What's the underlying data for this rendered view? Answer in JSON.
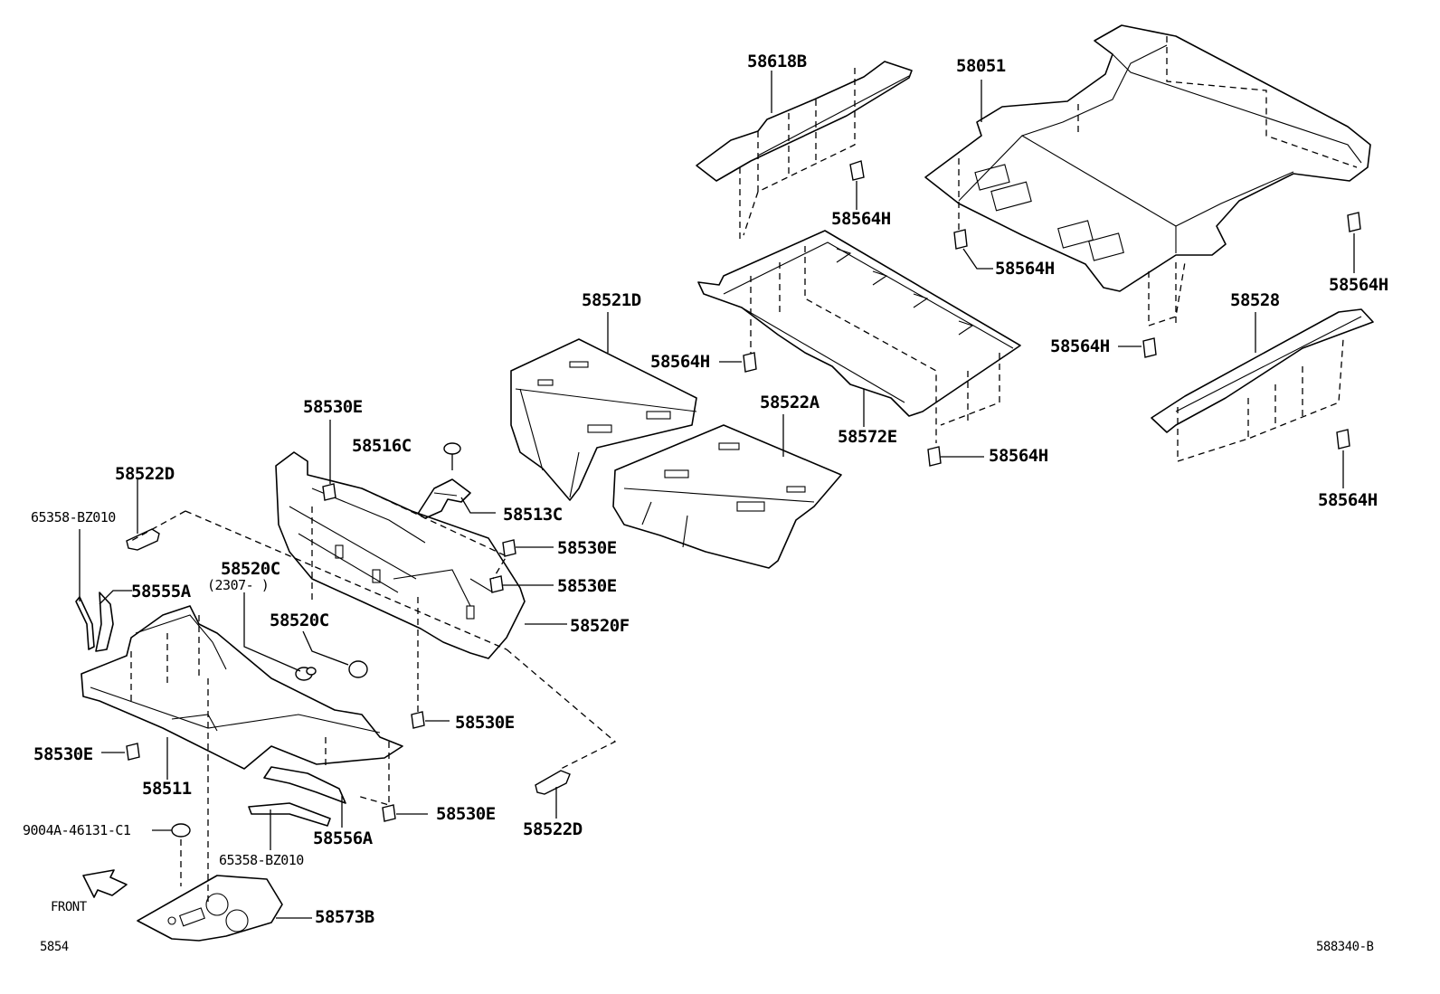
{
  "diagram_code": "588340-B",
  "page_ref": "5854",
  "front_label": "FRONT",
  "labels": {
    "p58618B": "58618B",
    "p58051": "58051",
    "p58564H_a": "58564H",
    "p58564H_b": "58564H",
    "p58564H_c": "58564H",
    "p58564H_d": "58564H",
    "p58564H_e": "58564H",
    "p58564H_f": "58564H",
    "p58564H_g": "58564H",
    "p58521D": "58521D",
    "p58528": "58528",
    "p58522A": "58522A",
    "p58572E": "58572E",
    "p58530E_a": "58530E",
    "p58530E_b": "58530E",
    "p58530E_c": "58530E",
    "p58530E_d": "58530E",
    "p58530E_e": "58530E",
    "p58530E_f": "58530E",
    "p58516C": "58516C",
    "p58513C": "58513C",
    "p58522D_a": "58522D",
    "p58522D_b": "58522D",
    "p65358_a": "65358-BZ010",
    "p65358_b": "65358-BZ010",
    "p58520C_a": "58520C",
    "p58520C_note": "(2307-     )",
    "p58520C_b": "58520C",
    "p58555A": "58555A",
    "p58520F": "58520F",
    "p58511": "58511",
    "p58556A": "58556A",
    "p9004A": "9004A-46131-C1",
    "p58573B": "58573B"
  }
}
